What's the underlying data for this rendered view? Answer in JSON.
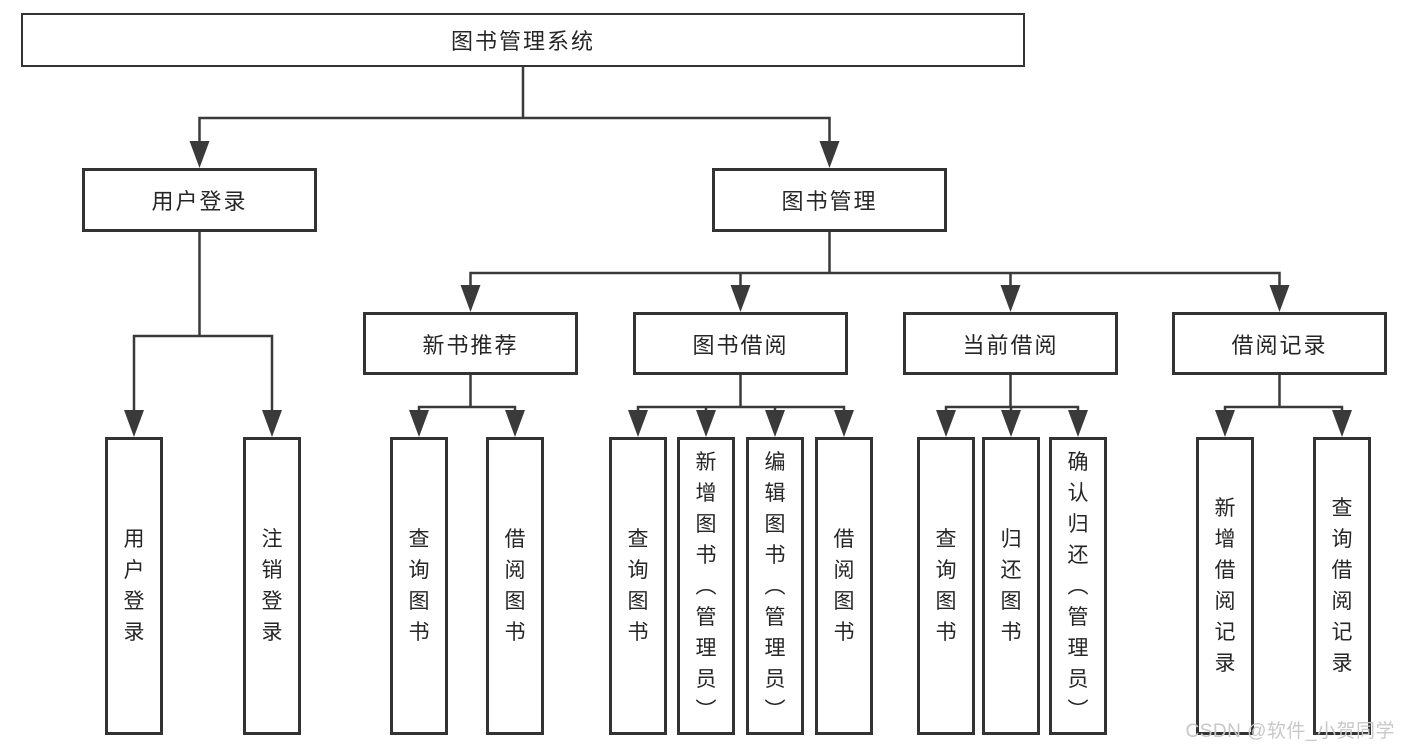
{
  "diagram": {
    "root": {
      "label": "图书管理系统"
    },
    "level2": [
      {
        "label": "用户登录"
      },
      {
        "label": "图书管理"
      }
    ],
    "level3": [
      {
        "label": "新书推荐"
      },
      {
        "label": "图书借阅"
      },
      {
        "label": "当前借阅"
      },
      {
        "label": "借阅记录"
      }
    ],
    "leaves": {
      "user_login": [
        "用户登录",
        "注销登录"
      ],
      "new_books": [
        "查询图书",
        "借阅图书"
      ],
      "book_borrow": [
        "查询图书",
        "新增图书（管理员）",
        "编辑图书（管理员）",
        "借阅图书"
      ],
      "current_borrow": [
        "查询图书",
        "归还图书",
        "确认归还（管理员）"
      ],
      "borrow_records": [
        "新增借阅记录",
        "查询借阅记录"
      ]
    },
    "watermark": "CSDN @软件_小贺同学",
    "colors": {
      "line": "#3a3a3a",
      "border": "#333333",
      "text": "#262626",
      "watermark": "#c8c8c8",
      "background": "#ffffff"
    }
  }
}
